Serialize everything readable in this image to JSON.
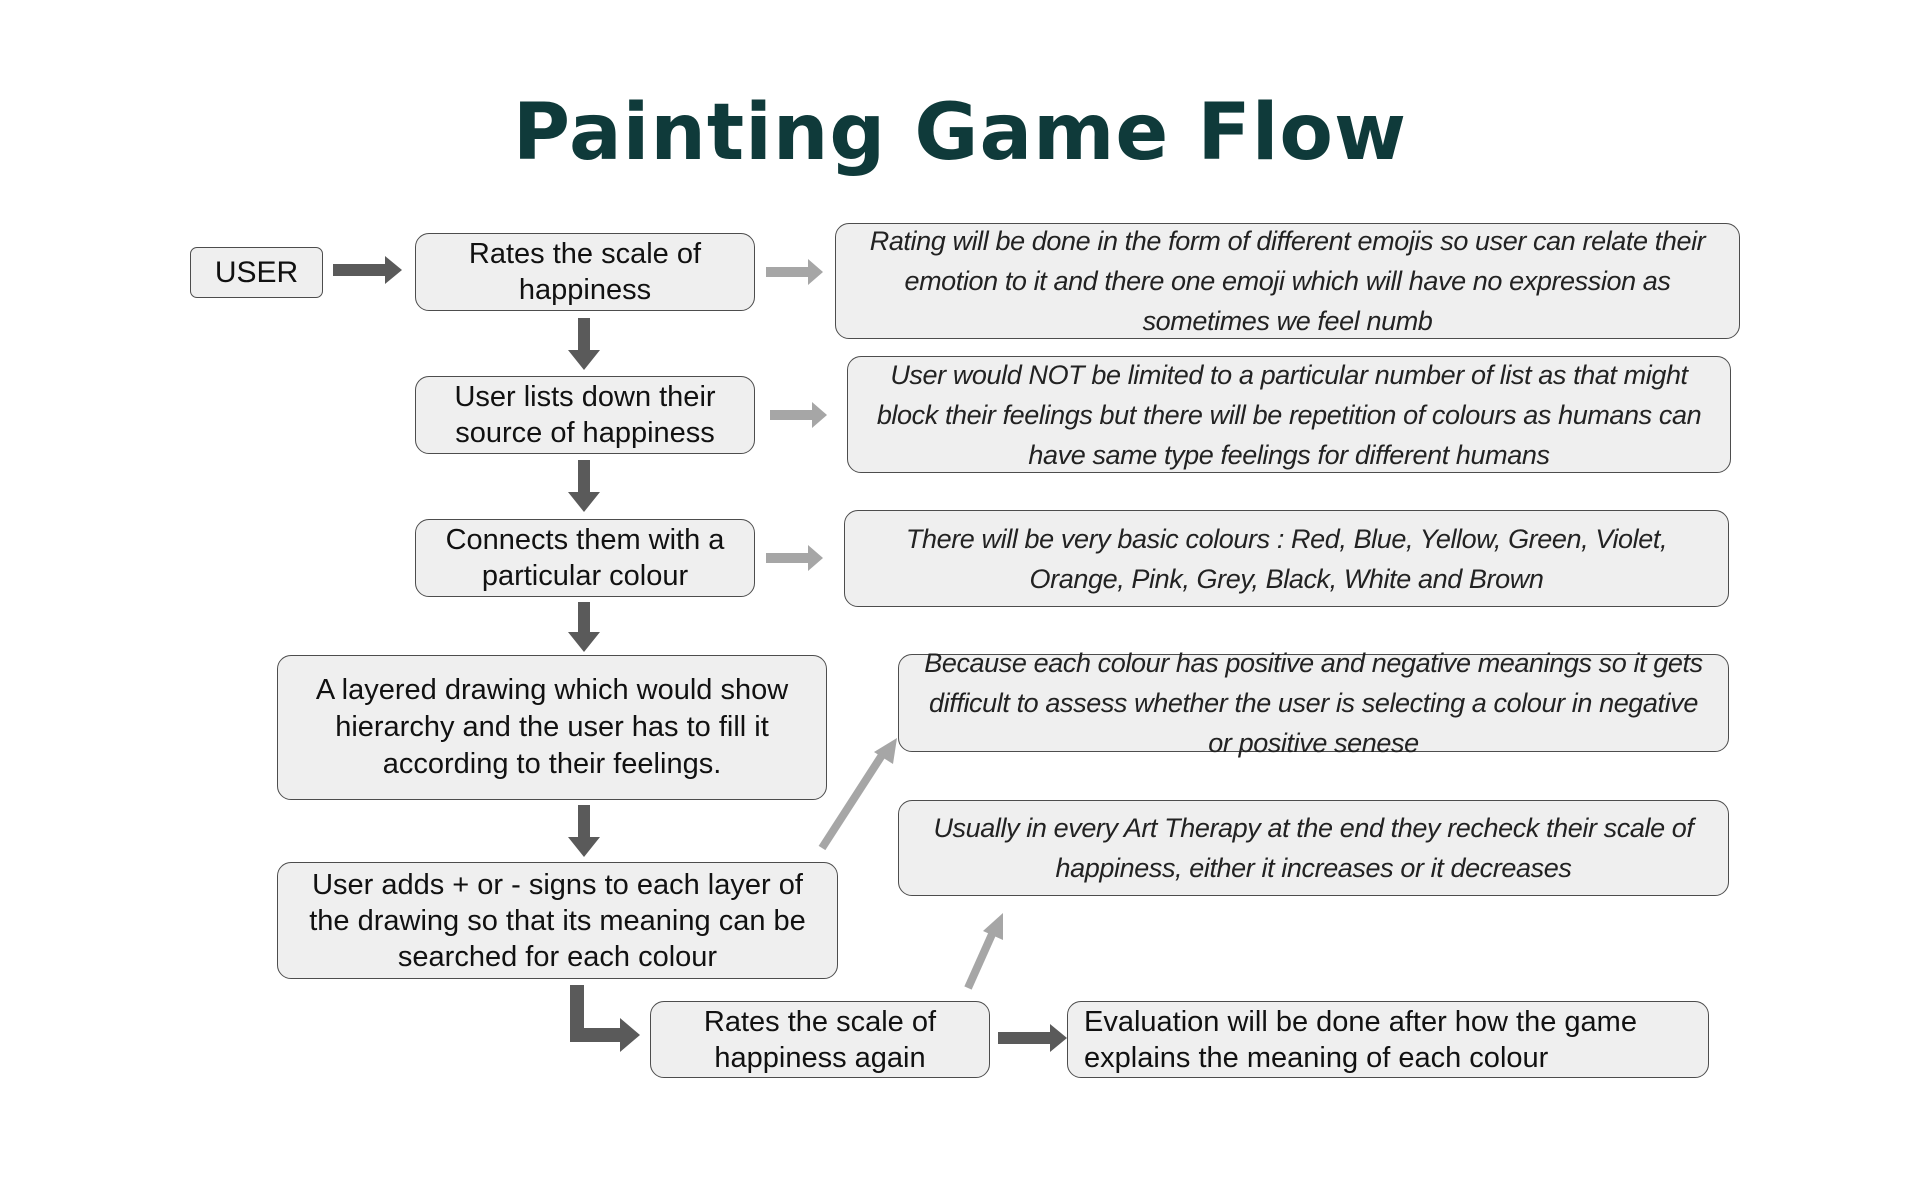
{
  "title": "Painting Game Flow",
  "user_label": "USER",
  "steps": {
    "rate_happiness": "Rates the scale of happiness",
    "list_sources": "User lists down their source of happiness",
    "connect_colour": "Connects them with a particular colour",
    "layered_drawing": "A layered drawing which would show hierarchy and the user has to fill it according to their feelings.",
    "add_signs": "User adds + or - signs to each layer of the drawing so that its meaning can be searched for each colour",
    "rate_again": "Rates the scale of happiness again",
    "evaluation": "Evaluation will be done after how the game explains the meaning of each colour"
  },
  "notes": {
    "emojis": "Rating will be done in the form of different emojis so user can relate their emotion to it and there one emoji which will have no expression as sometimes we feel numb",
    "no_limit": "User would NOT be limited to a particular number of list as that might block their feelings but there will be repetition of colours as humans can have same type feelings for different humans",
    "basic_colours": "There will be very basic colours : Red, Blue, Yellow, Green, Violet, Orange, Pink, Grey, Black, White and Brown",
    "meanings": "Because each colour has positive and negative meanings so it gets difficult to assess whether the user is selecting a colour in negative or positive senese",
    "art_therapy": "Usually in every Art Therapy at the end they recheck their scale of happiness, either it increases or it decreases"
  },
  "colors": {
    "title": "#0f3a3a",
    "box_fill": "#efefef",
    "box_border": "#4d4d4d",
    "arrow_dark": "#5a5a5a",
    "arrow_light": "#a6a6a6"
  }
}
